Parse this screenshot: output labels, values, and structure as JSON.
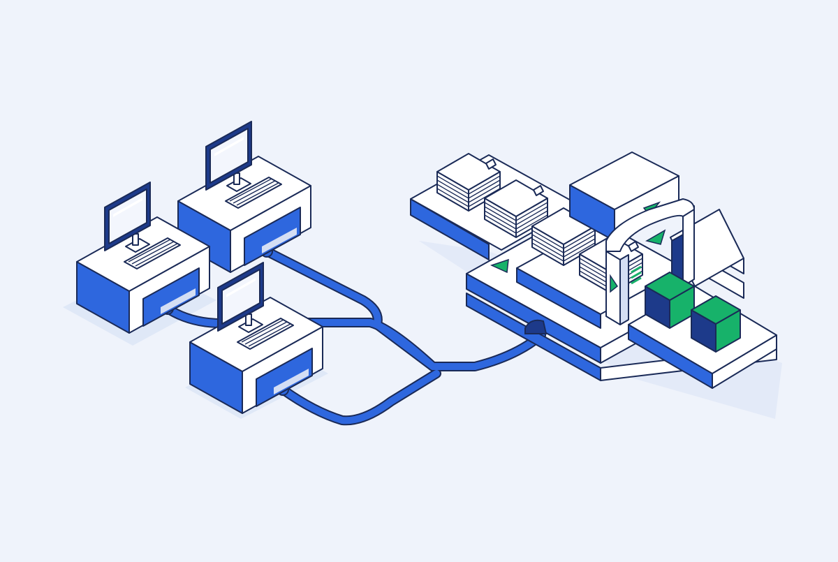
{
  "scene": {
    "kind": "isometric-illustration",
    "workstations": [
      {
        "name": "workstation-left",
        "has_monitor": true,
        "has_keyboard": true
      },
      {
        "name": "workstation-back",
        "has_monitor": true,
        "has_keyboard": true
      },
      {
        "name": "workstation-front",
        "has_monitor": true,
        "has_keyboard": true
      }
    ],
    "document_stacks": 4,
    "output_cubes": 2,
    "direction_arrows": 4
  },
  "colors": {
    "background": "#eff3fb",
    "outline": "#1a2a57",
    "primary_blue": "#2e67de",
    "surface": "#ffffff",
    "shadow": "#d4def4",
    "accent_green": "#17b26a",
    "dark_navy": "#1d3a8a",
    "screen": "#f3f6fd"
  }
}
